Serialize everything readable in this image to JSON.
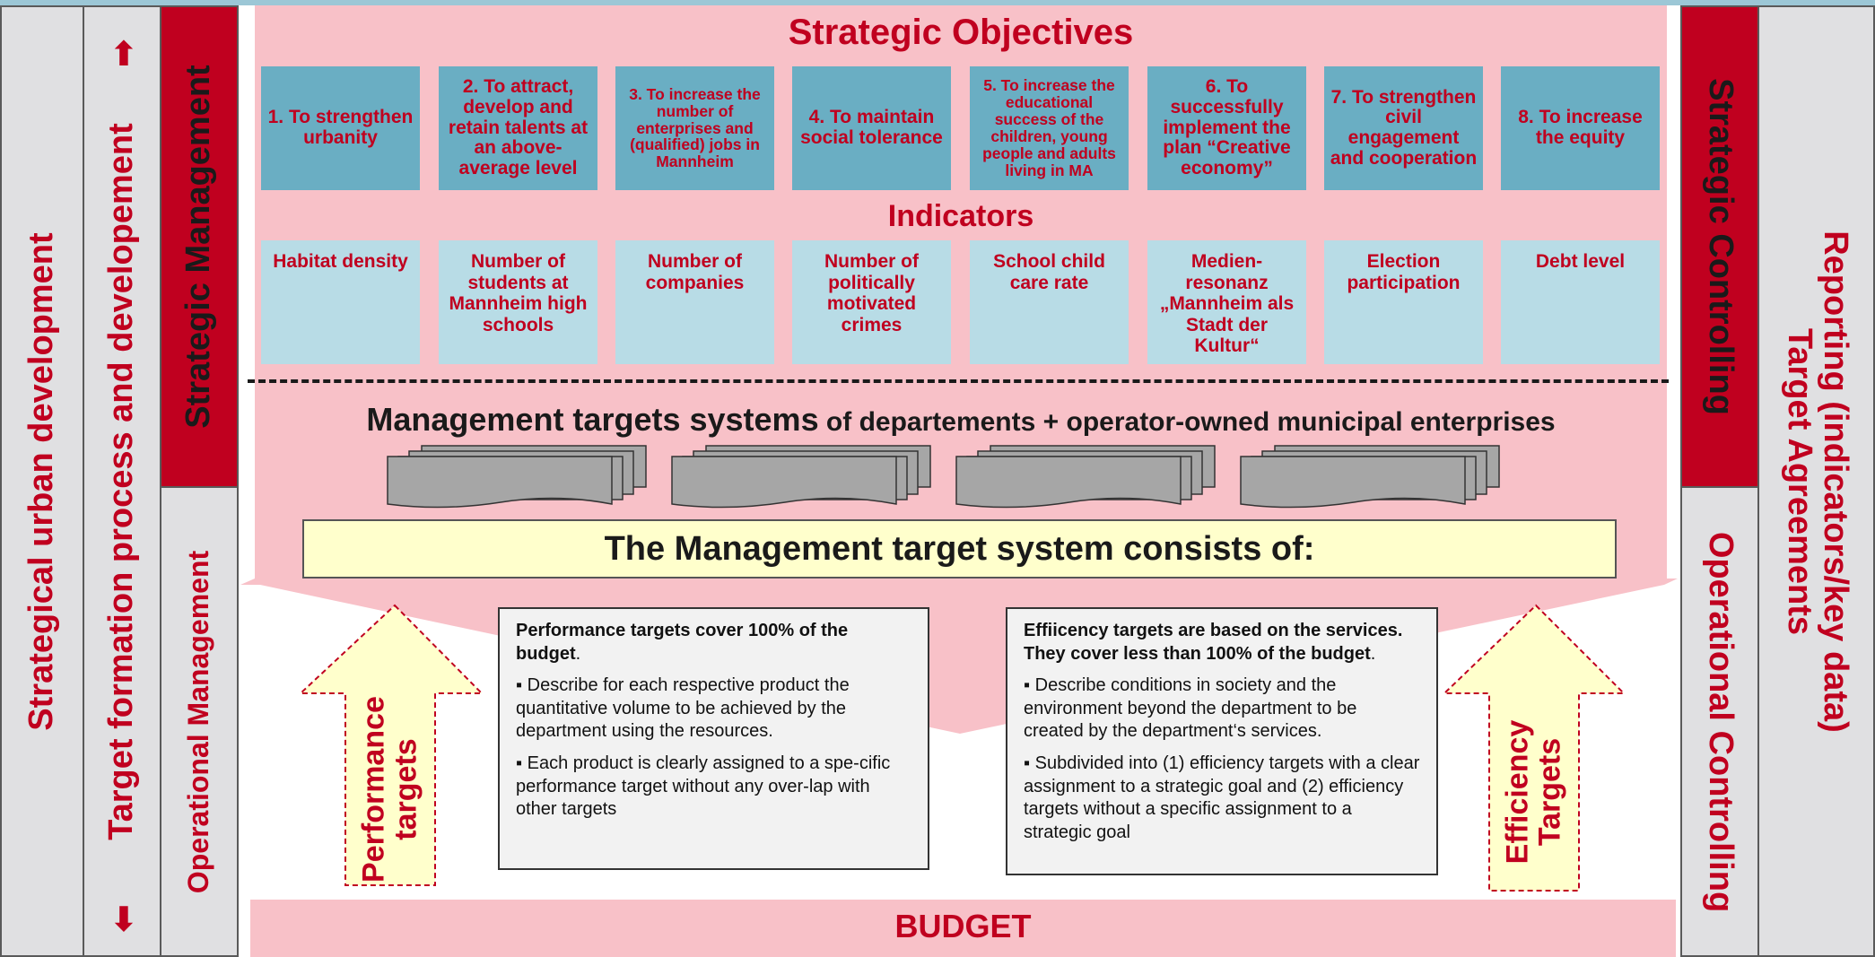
{
  "left": {
    "col1": "Strategical urban development",
    "col2_arrow_up": "⬆",
    "col2": "Target formation process and developement",
    "col2_arrow_down": "⬇",
    "strategic_mgmt": "Strategic Management",
    "operational_mgmt": "Operational Management"
  },
  "right": {
    "strategic_ctrl": "Strategic  Controlling",
    "operational_ctrl": "Operational Controlling",
    "reporting_line1": "Reporting (indicators/key data)",
    "reporting_line2": "Target Agreements"
  },
  "objectives": {
    "title": "Strategic Objectives",
    "items": [
      "1. To strengthen urbanity",
      "2. To attract, develop and retain talents at an above-average level",
      "3. To increase the number of enterprises and (qualified) jobs in Mannheim",
      "4. To maintain social tolerance",
      "5. To increase the educational success of the children, young people and adults living in MA",
      "6. To successfully implement the plan “Creative economy”",
      "7. To strengthen civil engagement and cooperation",
      "8. To increase the equity"
    ]
  },
  "indicators": {
    "title": "Indicators",
    "items": [
      "Habitat density",
      "Number of students at Mannheim high schools",
      "Number of companies",
      "Number of politically motivated crimes",
      "School child care rate",
      "Medien-resonanz „Mannheim als Stadt der Kultur“",
      "Election participation",
      "Debt level"
    ]
  },
  "management": {
    "heading_main": "Management targets systems",
    "heading_rest": " of departements + operator-owned municipal enterprises",
    "consists": "The Management target system consists of:"
  },
  "performance": {
    "arrow_line1": "Performance",
    "arrow_line2": "targets",
    "box_title": "Performance targets cover 100% of the budget",
    "box_title_end": ".",
    "bullet1": "▪ Describe for each respective product the quantitative volume to be achieved by the department using the resources.",
    "bullet2": "▪ Each product is clearly assigned to a spe-cific performance target without any over-lap with other targets"
  },
  "efficiency": {
    "arrow_line1": "Efficiency",
    "arrow_line2": "Targets",
    "box_title": "Effiicency targets are based on the services. They cover less than 100% of the budget",
    "box_title_end": ".",
    "bullet1": "▪ Describe conditions in society and the environment beyond the department to be created by the department‘s services.",
    "bullet2": "▪ Subdivided into (1) efficiency targets with a clear assignment to a strategic goal and (2) efficiency targets without a specific assignment to a strategic goal"
  },
  "budget": "BUDGET",
  "colors": {
    "red": "#c0001f",
    "pink": "#f8c1c8",
    "objective_blue": "#6aaec3",
    "indicator_blue": "#b8dce6",
    "cream": "#ffffcc",
    "grey": "#e0e0e2"
  }
}
